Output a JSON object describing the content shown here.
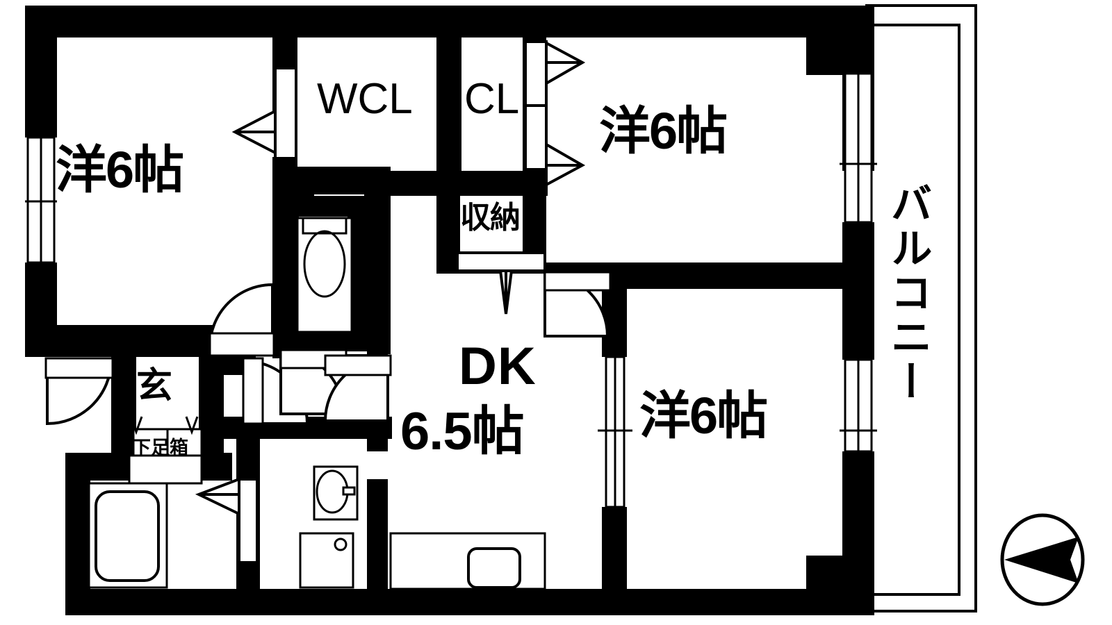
{
  "document": {
    "type": "floor-plan",
    "layout_name": "3DK",
    "orientation_marker": "compass-west"
  },
  "rooms": [
    {
      "id": "western-room-nw",
      "label": "洋6帖",
      "size": "6帖",
      "kind": "western-style-room"
    },
    {
      "id": "western-room-ne",
      "label": "洋6帖",
      "size": "6帖",
      "kind": "western-style-room"
    },
    {
      "id": "western-room-se",
      "label": "洋6帖",
      "size": "6帖",
      "kind": "western-style-room"
    },
    {
      "id": "dining-kitchen",
      "label": "DK",
      "size_label": "6.5帖",
      "kind": "dining-kitchen"
    }
  ],
  "closets": [
    {
      "id": "walk-in-closet",
      "label": "WCL"
    },
    {
      "id": "closet",
      "label": "CL"
    },
    {
      "id": "storage",
      "label": "収納"
    }
  ],
  "service_areas": [
    {
      "id": "entrance",
      "label": "玄"
    },
    {
      "id": "shoe-box",
      "label": "下足箱"
    },
    {
      "id": "balcony",
      "label": "バルコニー"
    }
  ],
  "fixtures": [
    {
      "id": "toilet",
      "name": "toilet-fixture"
    },
    {
      "id": "bathtub",
      "name": "bathtub-fixture"
    },
    {
      "id": "vanity-sink",
      "name": "vanity-sink-fixture"
    },
    {
      "id": "washer-space",
      "name": "washing-machine-space"
    },
    {
      "id": "kitchen-counter",
      "name": "kitchen-counter-fixture"
    }
  ],
  "colors": {
    "wall": "#000000",
    "background": "#ffffff",
    "line": "#000000"
  }
}
